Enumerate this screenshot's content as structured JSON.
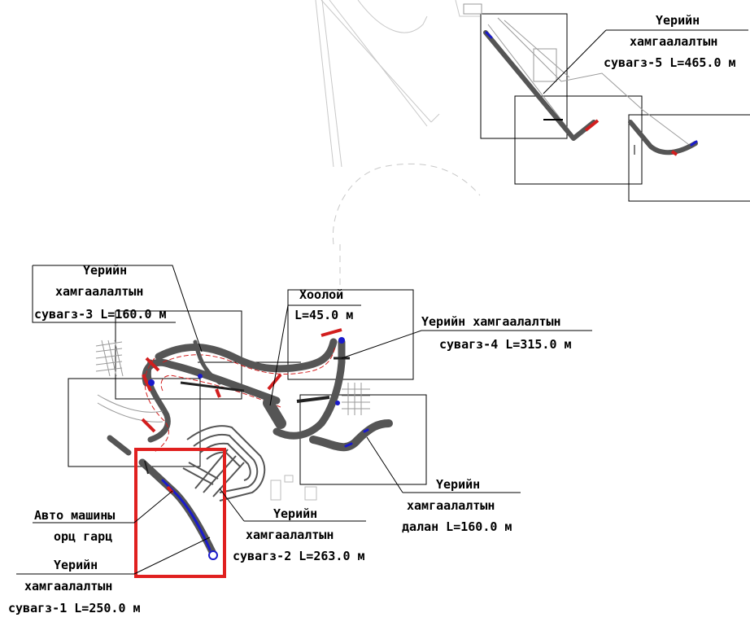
{
  "labels": {
    "wall5": [
      "Үерийн",
      "хамгаалалтын",
      "сувагз-5 L=465.0 м"
    ],
    "wall3": [
      "Үерийн",
      "хамгаалалтын",
      "сувагз-3 L=160.0 м"
    ],
    "pipe": [
      "Хоолой",
      "L=45.0 м"
    ],
    "wall4": [
      "Үерийн хамгаалалтын",
      "сувагз-4 L=315.0 м"
    ],
    "tunnel": [
      "Үерийн",
      "хамгаалалтын",
      "далан L=160.0 м"
    ],
    "wall2": [
      "Үерийн",
      "хамгаалалтын",
      "сувагз-2 L=263.0 м"
    ],
    "road": [
      "Авто машины",
      "орц гарц"
    ],
    "wall1": [
      "Үерийн",
      "хамгаалалтын",
      "сувагз-1 L=250.0 м"
    ]
  },
  "colors": {
    "highlight": "#e0201f",
    "channel": "#555555",
    "flow": "#1a1acc",
    "structure": "#d21e1e"
  }
}
